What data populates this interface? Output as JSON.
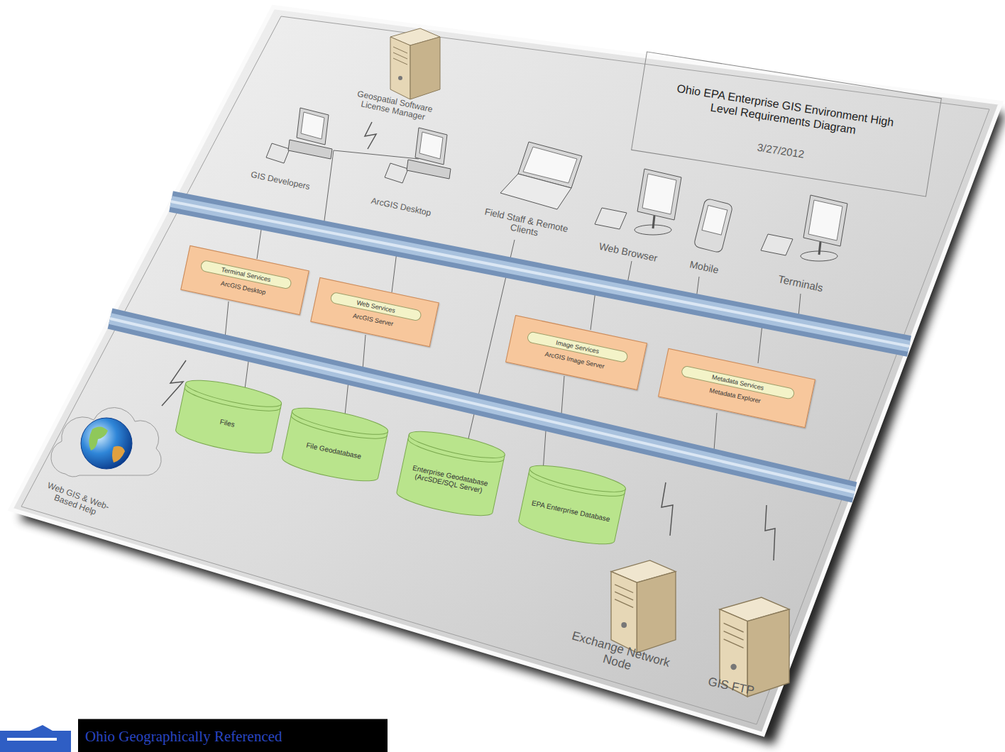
{
  "diagram": {
    "title": "Ohio EPA Enterprise GIS Environment High Level Requirements Diagram",
    "nodes": [
      {
        "text": [
          "ArcGIS Desktop"
        ]
      },
      {
        "text": [
          "Terminal Services"
        ],
        "in": 0
      },
      {
        "text": [
          "ArcGIS Server"
        ]
      },
      {
        "text": [
          "Web Services"
        ],
        "in": 2
      },
      {
        "text": [
          "ArcGIS Image Server"
        ]
      },
      {
        "text": [
          "Image Services"
        ],
        "in": 4
      },
      {
        "text": [
          "Metadata Explorer"
        ]
      },
      {
        "text": [
          "Metadata Services"
        ],
        "in": 6
      },
      {
        "text": [
          "Files"
        ]
      },
      {
        "text": [
          "File Geodatabase"
        ]
      },
      {
        "text": [
          "Enterprise Geodatabase (ArcSDE/SQL Server)"
        ]
      },
      {
        "text": [
          "EPA Enterprise Database"
        ]
      },
      {
        "text": [
          "Ohio Geographically Referenced"
        ]
      }
    ],
    "labels": [
      "Geospatial Software License Manager",
      "GIS Developers",
      "ArcGIS Desktop",
      "Field Staff & Remote Clients",
      "Web Browser",
      "Mobile",
      "Terminals",
      "Web GIS & Web-Based Help",
      "Exchange Network Node",
      "GIS FTP",
      "3/27/2012"
    ]
  }
}
